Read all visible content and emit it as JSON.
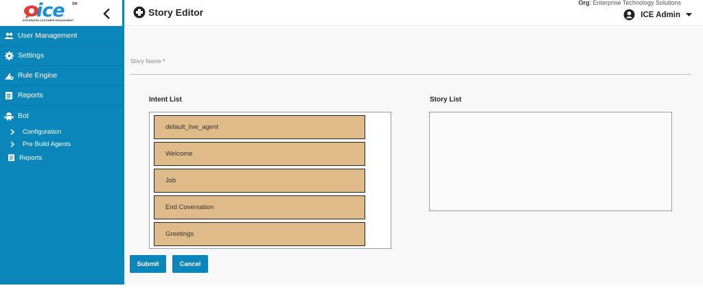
{
  "app": {
    "logo_text": "ice",
    "logo_mark": "SM",
    "logo_tagline": "INTEGRATED CUSTOMER ENGAGEMENT"
  },
  "sidebar": {
    "items": [
      {
        "label": "User Management",
        "icon": "users-icon"
      },
      {
        "label": "Settings",
        "icon": "gear-icon"
      },
      {
        "label": "Rule Engine",
        "icon": "rule-engine-icon"
      },
      {
        "label": "Reports",
        "icon": "report-icon"
      },
      {
        "label": "Bot",
        "icon": "android-icon"
      }
    ],
    "bot_children": [
      {
        "label": "Configuration",
        "icon": "chevron-right-icon"
      },
      {
        "label": "Pre Build Agents",
        "icon": "chevron-right-icon"
      }
    ],
    "sub_reports": {
      "label": "Reports",
      "icon": "report-icon"
    }
  },
  "header": {
    "title": "Story Editor",
    "org_label": "Org",
    "org_value": ": Enterprise Technology Solutions",
    "user_name": "ICE Admin"
  },
  "form": {
    "story_name_label": "Story Name",
    "required_marker": "*",
    "story_name_value": ""
  },
  "intent_list": {
    "title": "Intent List",
    "items": [
      "default_live_agent",
      "Welcome",
      "Job",
      "End Coversation",
      "Greetings"
    ]
  },
  "story_list": {
    "title": "Story List",
    "items": []
  },
  "buttons": {
    "submit": "Submit",
    "cancel": "Cancel"
  },
  "colors": {
    "sidebar_bg": "#0a86bb",
    "intent_item_bg": "#dfbb8a",
    "button_bg": "#0a86bb",
    "required": "#e53935"
  }
}
